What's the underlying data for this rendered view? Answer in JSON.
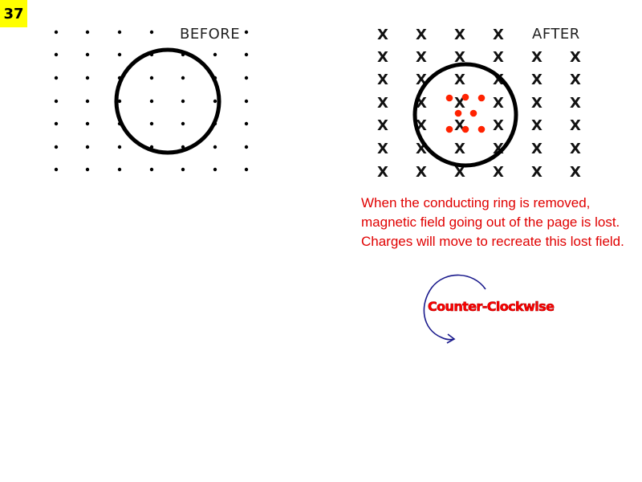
{
  "slide": {
    "number": "37"
  },
  "before_panel": {
    "label": "BEFORE",
    "field_symbol": "dot",
    "field_direction": "out of page"
  },
  "after_panel": {
    "label": "AFTER",
    "field_symbol": "X",
    "field_direction": "into page",
    "induced_field_symbol": "dot",
    "induced_field_color": "#ff2200"
  },
  "explanation": {
    "text": "When the conducting ring is removed, magnetic field going out of the page is lost. Charges will move to recreate this lost field.",
    "color": "#e00000"
  },
  "result": {
    "direction_label": "Counter-Clockwise",
    "arrow_color": "#1a1a8c"
  }
}
